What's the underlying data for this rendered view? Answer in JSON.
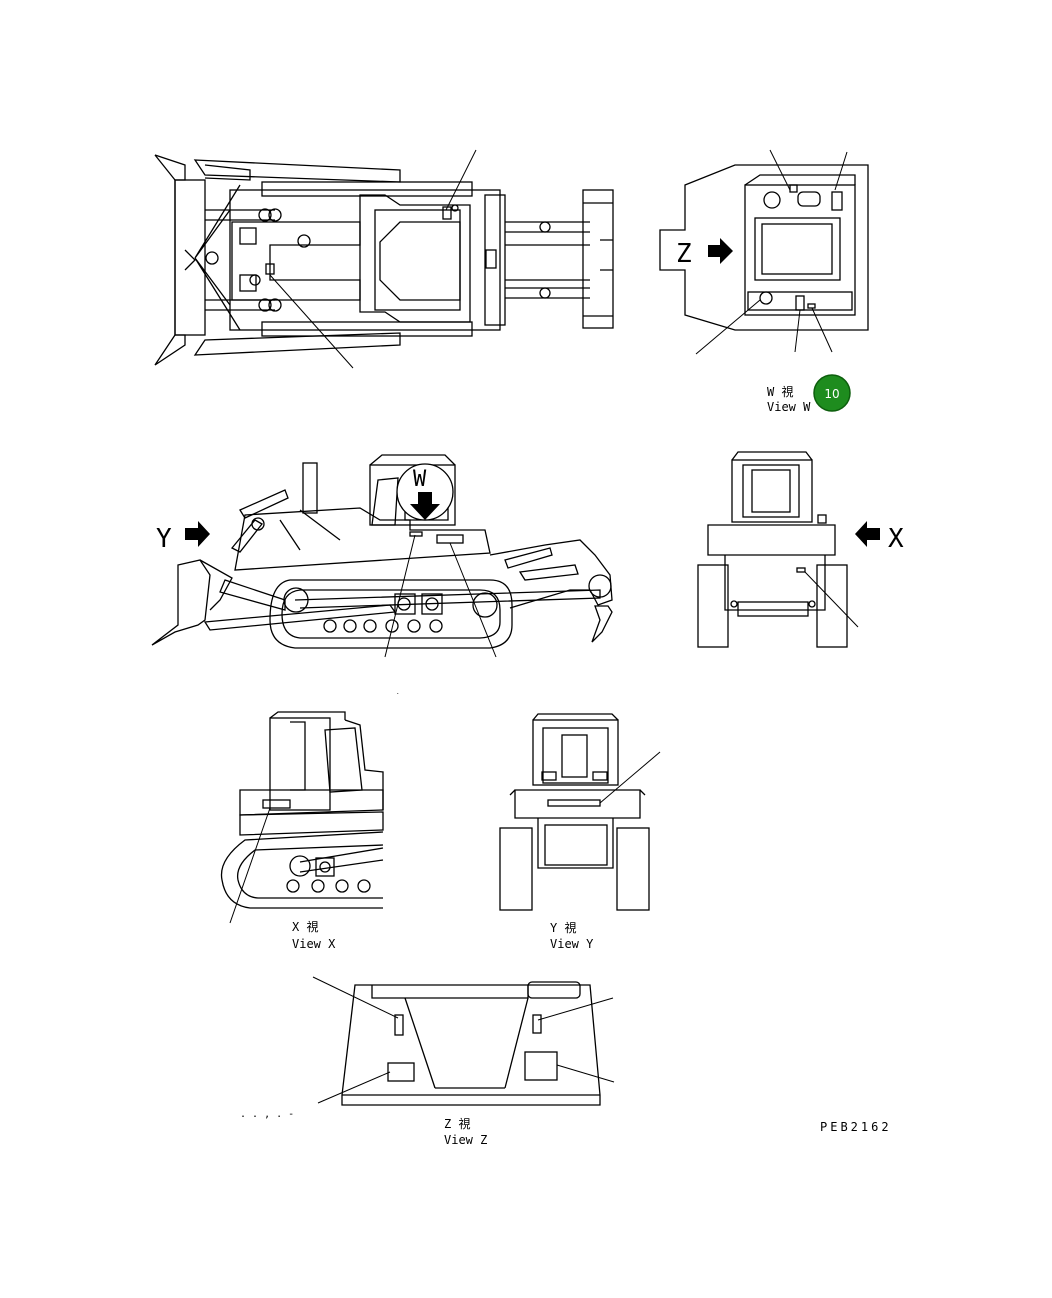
{
  "labels": {
    "view_w_jp": "W 視",
    "view_w_en": "View W",
    "view_x_jp": "X 視",
    "view_x_en": "View X",
    "view_y_jp": "Y 視",
    "view_y_en": "View Y",
    "view_z_jp": "Z 視",
    "view_z_en": "View Z",
    "arrow_z": "Z",
    "arrow_y": "Y",
    "arrow_x": "X",
    "arrow_w": "W",
    "drawing_code": "PEB2162",
    "badge_number": "10",
    "stray_mark": ". . , . -"
  },
  "colors": {
    "badge_fill": "#1e8c1e",
    "badge_text": "#ffffff",
    "line": "#000000"
  }
}
